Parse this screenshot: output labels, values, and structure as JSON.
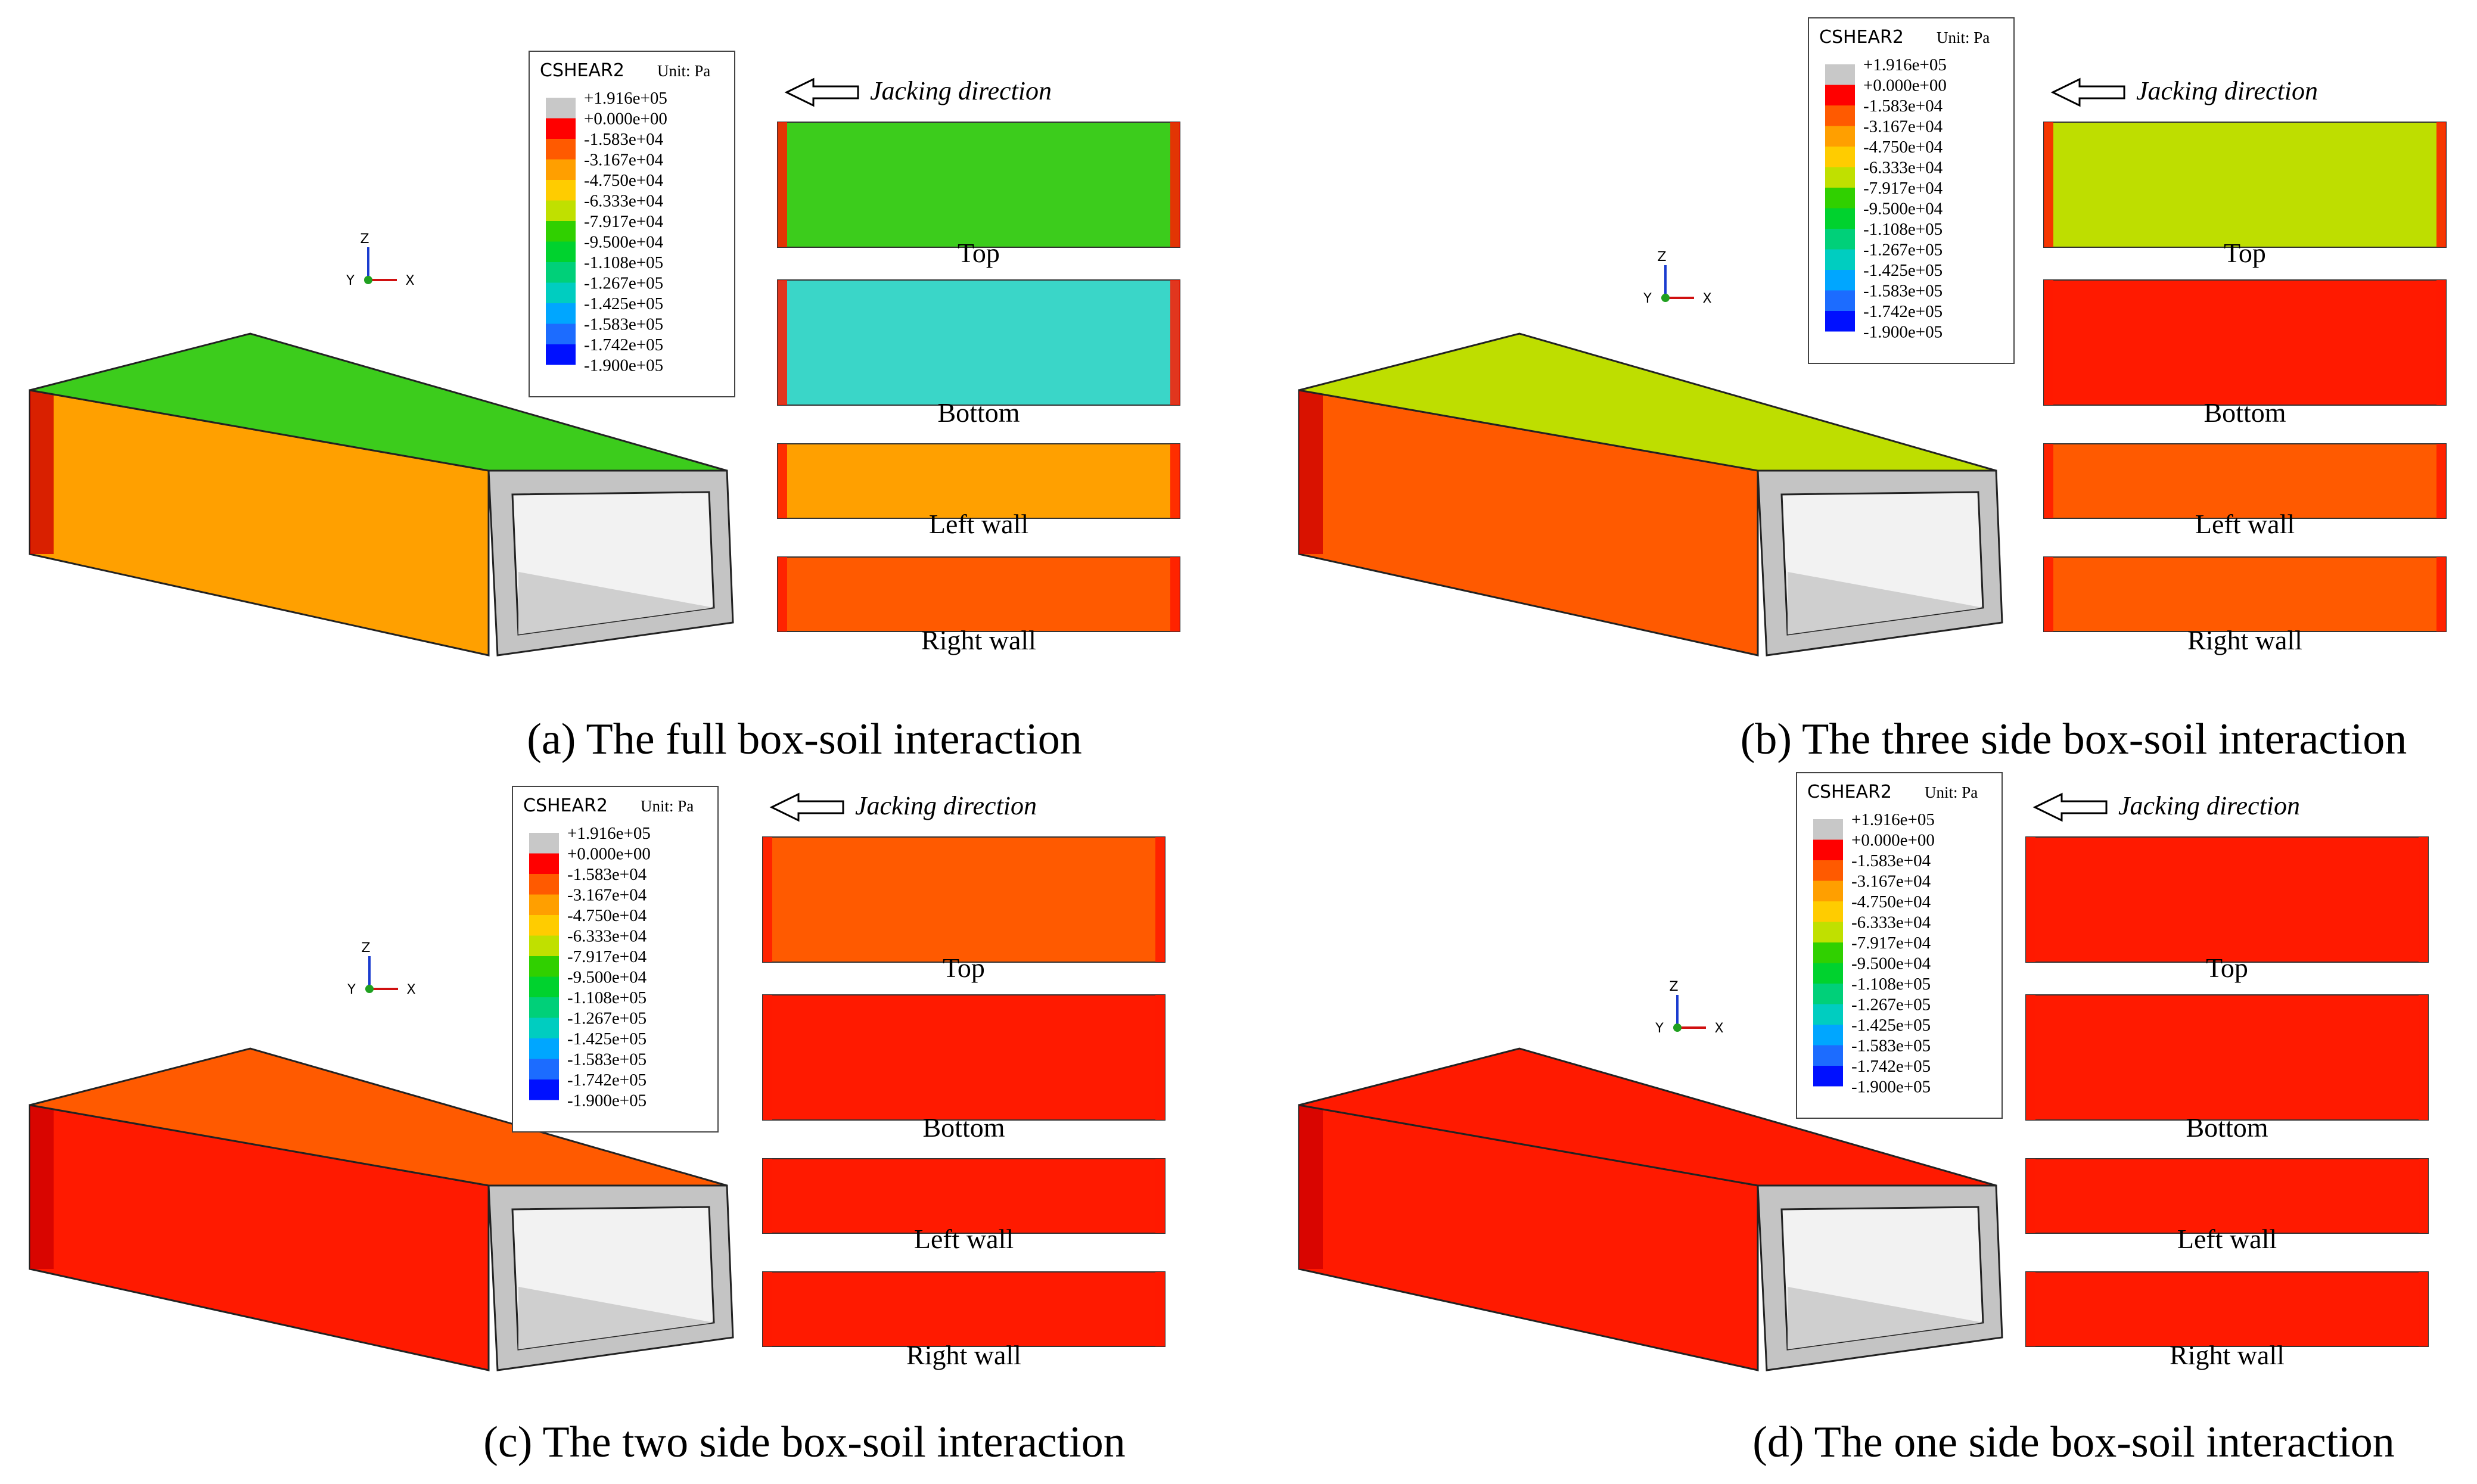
{
  "colors": {
    "legend": [
      "#c8c8c8",
      "#ff0000",
      "#ff5a00",
      "#ff9f00",
      "#ffcc00",
      "#c0e000",
      "#30d000",
      "#00d22e",
      "#00d079",
      "#00cdc0",
      "#00a6ff",
      "#1c6cff",
      "#0010ff"
    ],
    "dark_red": "#d00000",
    "red": "#ff1a00",
    "orange_red": "#ff5a00",
    "orange": "#ffa000",
    "yellow_green": "#bede00",
    "green": "#3ccc1c",
    "cyan": "#3ad6c8",
    "blue": "#1aa0ff",
    "box_end": "#c4c4c4"
  },
  "legend": {
    "title": "CSHEAR2",
    "unit": "Unit: Pa",
    "values": [
      "+1.916e+05",
      "+0.000e+00",
      "-1.583e+04",
      "-3.167e+04",
      "-4.750e+04",
      "-6.333e+04",
      "-7.917e+04",
      "-9.500e+04",
      "-1.108e+05",
      "-1.267e+05",
      "-1.425e+05",
      "-1.583e+05",
      "-1.742e+05",
      "-1.900e+05"
    ]
  },
  "axes_triad": {
    "z": "Z",
    "y": "Y",
    "x": "X"
  },
  "jacking_label": "Jacking direction",
  "strip_labels": {
    "top": "Top",
    "bottom": "Bottom",
    "left": "Left wall",
    "right": "Right wall"
  },
  "panels": [
    {
      "id": "a",
      "caption": "(a) The full box-soil interaction",
      "strips": {
        "top": "green",
        "bottom": "cyan",
        "left": "orange",
        "right": "orange_red"
      },
      "box": {
        "top": "green",
        "side": "orange"
      }
    },
    {
      "id": "b",
      "caption": "(b) The three side box-soil interaction",
      "strips": {
        "top": "yellow_green",
        "bottom": "red",
        "left": "orange_red",
        "right": "orange_red"
      },
      "box": {
        "top": "yellow_green",
        "side": "orange_red"
      }
    },
    {
      "id": "c",
      "caption": "(c) The two side box-soil interaction",
      "strips": {
        "top": "orange_red",
        "bottom": "red",
        "left": "red",
        "right": "red"
      },
      "box": {
        "top": "orange_red",
        "side": "red"
      }
    },
    {
      "id": "d",
      "caption": "(d) The one side box-soil interaction",
      "strips": {
        "top": "red",
        "bottom": "red",
        "left": "red",
        "right": "red"
      },
      "box": {
        "top": "red",
        "side": "red"
      }
    }
  ]
}
